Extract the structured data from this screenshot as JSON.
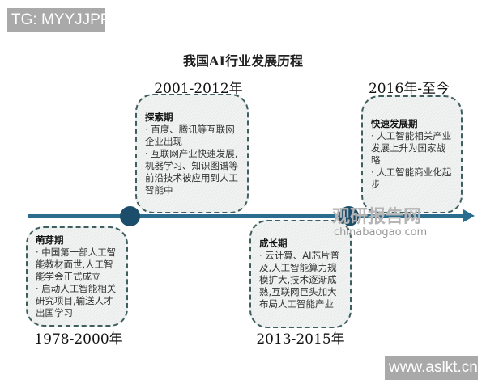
{
  "overlay_top": "TG: MYYJJPP",
  "overlay_bottom": "www.aslkt.cn",
  "title": "我国AI行业发展历程",
  "watermark": {
    "cn": "观研报告网",
    "url": "chinabaogao.com"
  },
  "colors": {
    "timeline": "#2a6d8e",
    "dot": "#1c4d6b",
    "border": "#3f5f5f"
  },
  "stages": [
    {
      "years": "1978-2000年",
      "name": "萌芽期",
      "points": [
        "· 中国第一部人工智能教材面世,人工智能学会正式成立",
        "· 启动人工智能相关研究项目,输送人才出国学习"
      ]
    },
    {
      "years": "2001-2012年",
      "name": "探索期",
      "points": [
        "· 百度、腾讯等互联网企业出现",
        "· 互联网产业快速发展,机器学习、知识图谱等前沿技术被应用到人工智能中"
      ]
    },
    {
      "years": "2013-2015年",
      "name": "成长期",
      "points": [
        "· 云计算、AI芯片普及,人工智能算力规模扩大,技术逐渐成熟,互联网巨头加大布局人工智能产业"
      ]
    },
    {
      "years": "2016年-至今",
      "name": "快速发展期",
      "points": [
        "· 人工智能相关产业发展上升为国家战略",
        "· 人工智能商业化起步"
      ]
    }
  ]
}
